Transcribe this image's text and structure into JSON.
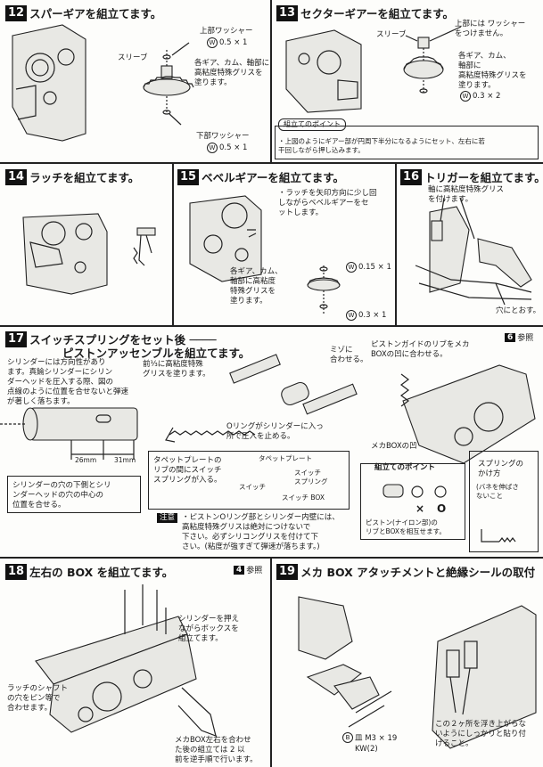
{
  "steps": {
    "s12": {
      "num": "12",
      "title": "スパーギアを組立てます。",
      "upper_washer": "上部ワッシャー",
      "upper_spec": "0.5 × 1",
      "sleeve": "スリーブ",
      "grease": "各ギア、カム、軸部に\n高粘度特殊グリスを\n塗ります。",
      "lower_washer": "下部ワッシャー",
      "lower_spec": "0.5 × 1"
    },
    "s13": {
      "num": "13",
      "title": "セクターギアーを組立てます。",
      "sleeve": "スリーブ",
      "no_washer": "上部には ワッシャー\nをつけません。",
      "grease": "各ギア、カム、\n軸部に\n高粘度特殊グリスを\n塗ります。",
      "washer_spec": "0.3 × 2",
      "point_label": "組立てのポイント",
      "point_text": "・上図のようにギアー部が円周下半分になるようにセット、左右に若\n  干回しながら押し込みます。"
    },
    "s14": {
      "num": "14",
      "title": "ラッチを組立てます。"
    },
    "s15": {
      "num": "15",
      "title": "ベベルギアーを組立てます。",
      "note": "・ラッチを矢印方向に少し回\n  しながらベベルギアーをセ\n  ットします。",
      "grease": "各ギア、カム、\n軸部に高粘度\n特殊グリスを\n塗ります。",
      "upper_spec": "0.15 × 1",
      "lower_spec": "0.3 × 1"
    },
    "s16": {
      "num": "16",
      "title": "トリガーを組立てます。",
      "grease": "軸に高粘度特殊グリス\nを付けます。",
      "hole": "穴にとおす。"
    },
    "s17": {
      "num": "17",
      "title_line1": "スイッチスプリングをセット後 ────",
      "title_line2": "ピストンアッセンブルを組立てます。",
      "ref": "参照",
      "ref_num": "6",
      "cylinder": "シリンダーには方向性があり\nます。真鍮シリンダーにシリン\nダーヘッドを圧入する際、図の\n点線のように位置を合せないと弾速が著しく落ちます。",
      "grease": "前⅓に高粘度特殊\nグリスを塗ります。",
      "groove": "ミゾに\n合わせる。",
      "oring": "Oリングがシリンダーに入っ\n所で圧入を止める。",
      "dim_a": "26mm",
      "dim_b": "31mm",
      "align": "シリンダーの穴の下側とシリ\nンダーヘッドの穴の中心の\n位置を合せる。",
      "tappet_note": "タペットプレートの\nリブの間にスイッチ\nスプリングが入る。",
      "tappet_plate": "タペットプレート",
      "switch_spring": "スイッチ\nスプリング",
      "switch": "スイッチ",
      "switch_box": "スイッチ BOX",
      "guide": "ピストンガイドのリブをメカ\nBOXの凹に合わせる。",
      "mech_box": "メカBOXの凹",
      "point_label": "組立てのポイント",
      "spring_label": "スプリングの\nかけ方",
      "spring_note": "(バネを伸ばさ\nないこと",
      "piston_note": "ピストン(ナイロン部)の\nリブとBOXを相互せます。",
      "mark_x": "×",
      "mark_o": "O",
      "caution_label": "注意",
      "caution": "・ピストンOリング部とシリンダー内壁には、\n  高粘度特殊グリスは絶対につけないで\n  下さい。必ずシリコングリスを付けて下\n  さい。(粘度が強すぎて弾速が落ちます。)"
    },
    "s18": {
      "num": "18",
      "title": "左右の BOX を組立てます。",
      "ref": "参照",
      "ref_num": "4",
      "cyl_note": "シリンダーを押え\nながらボックスを\n組立てます。",
      "latch_note": "ラッチのシャフト\nの穴をピン等で\n合わせます。",
      "mech_note": "メカBOX左右を合わせ\nた後の組立ては 2 以\n前を逆手順で行います。"
    },
    "s19": {
      "num": "19",
      "title": "メカ BOX アタッチメントと絶縁シールの取付",
      "screw": "皿 M3 × 19",
      "screw_id": "B",
      "kw": "KW(2)",
      "seal_note": "この２ヶ所を浮き上がらな\nいようにしっかりと貼り付\nけること。"
    }
  },
  "symbols": {
    "washer": "W"
  }
}
